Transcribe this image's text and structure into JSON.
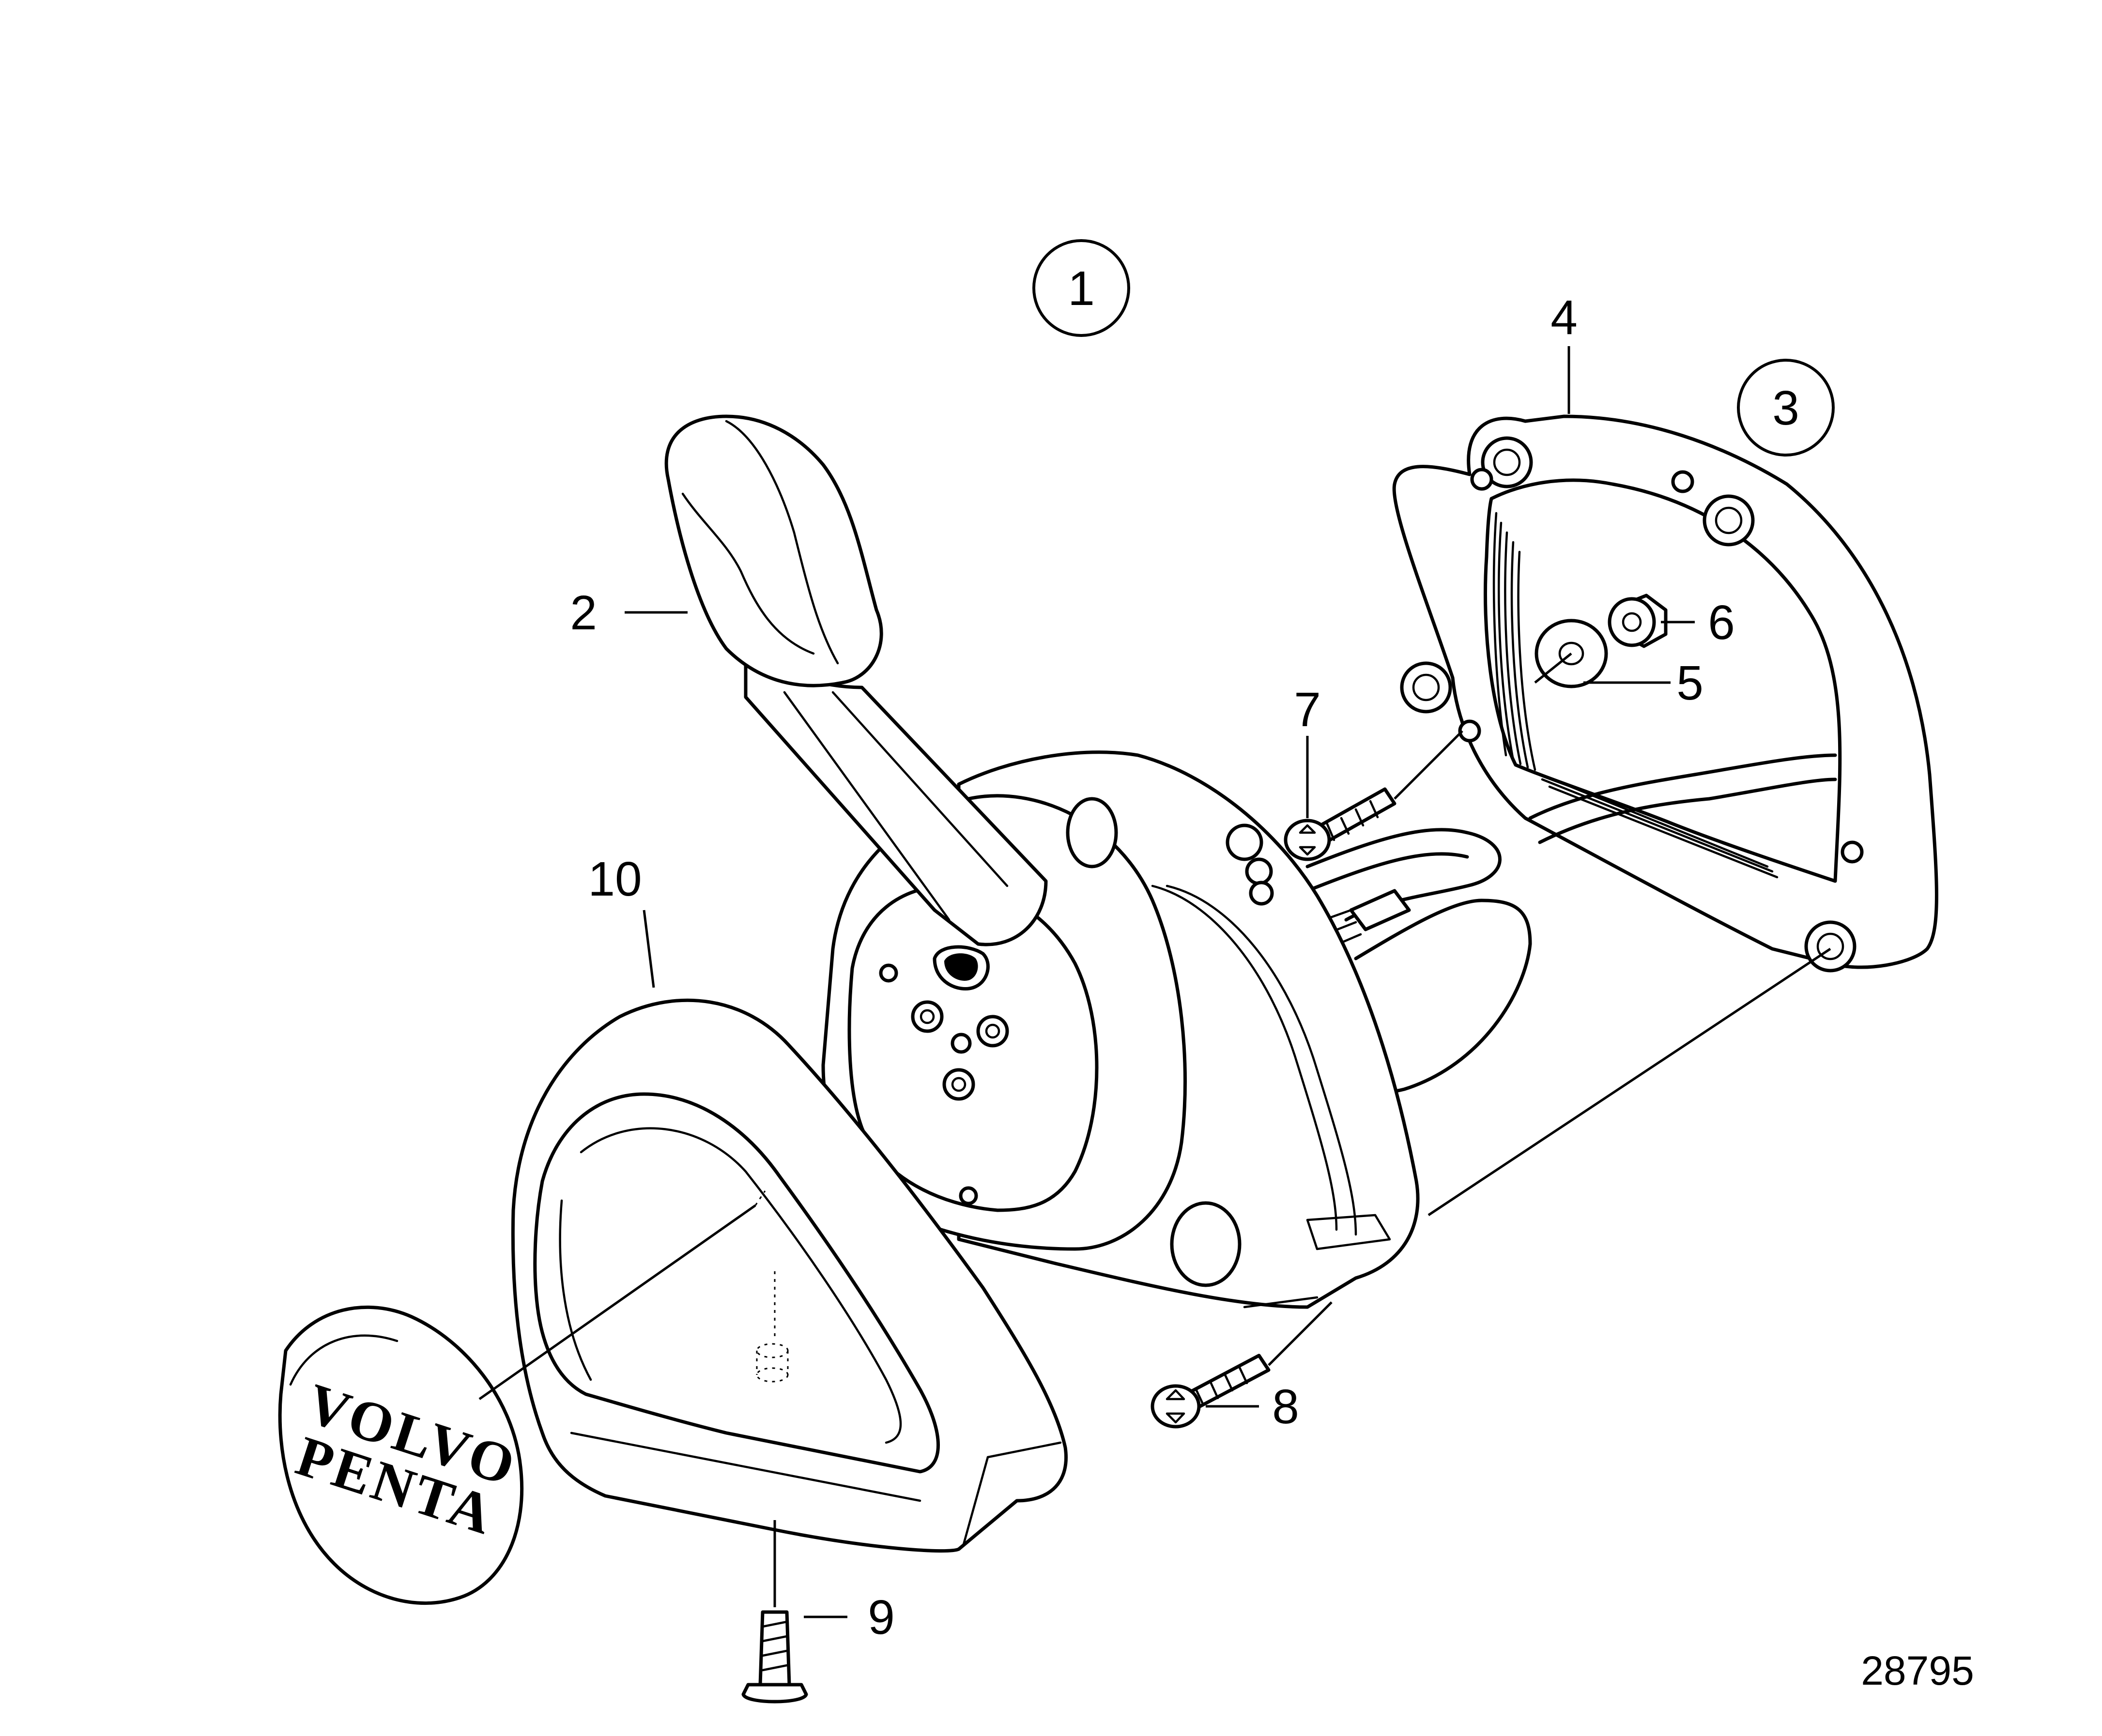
{
  "callouts": {
    "c1": "1",
    "c2": "2",
    "c3": "3",
    "c4": "4",
    "c5": "5",
    "c6": "6",
    "c7": "7",
    "c8": "8",
    "c9": "9",
    "c10": "10"
  },
  "logo": {
    "line1": "VOLVO",
    "line2": "PENTA"
  },
  "drawing_number": "28795"
}
